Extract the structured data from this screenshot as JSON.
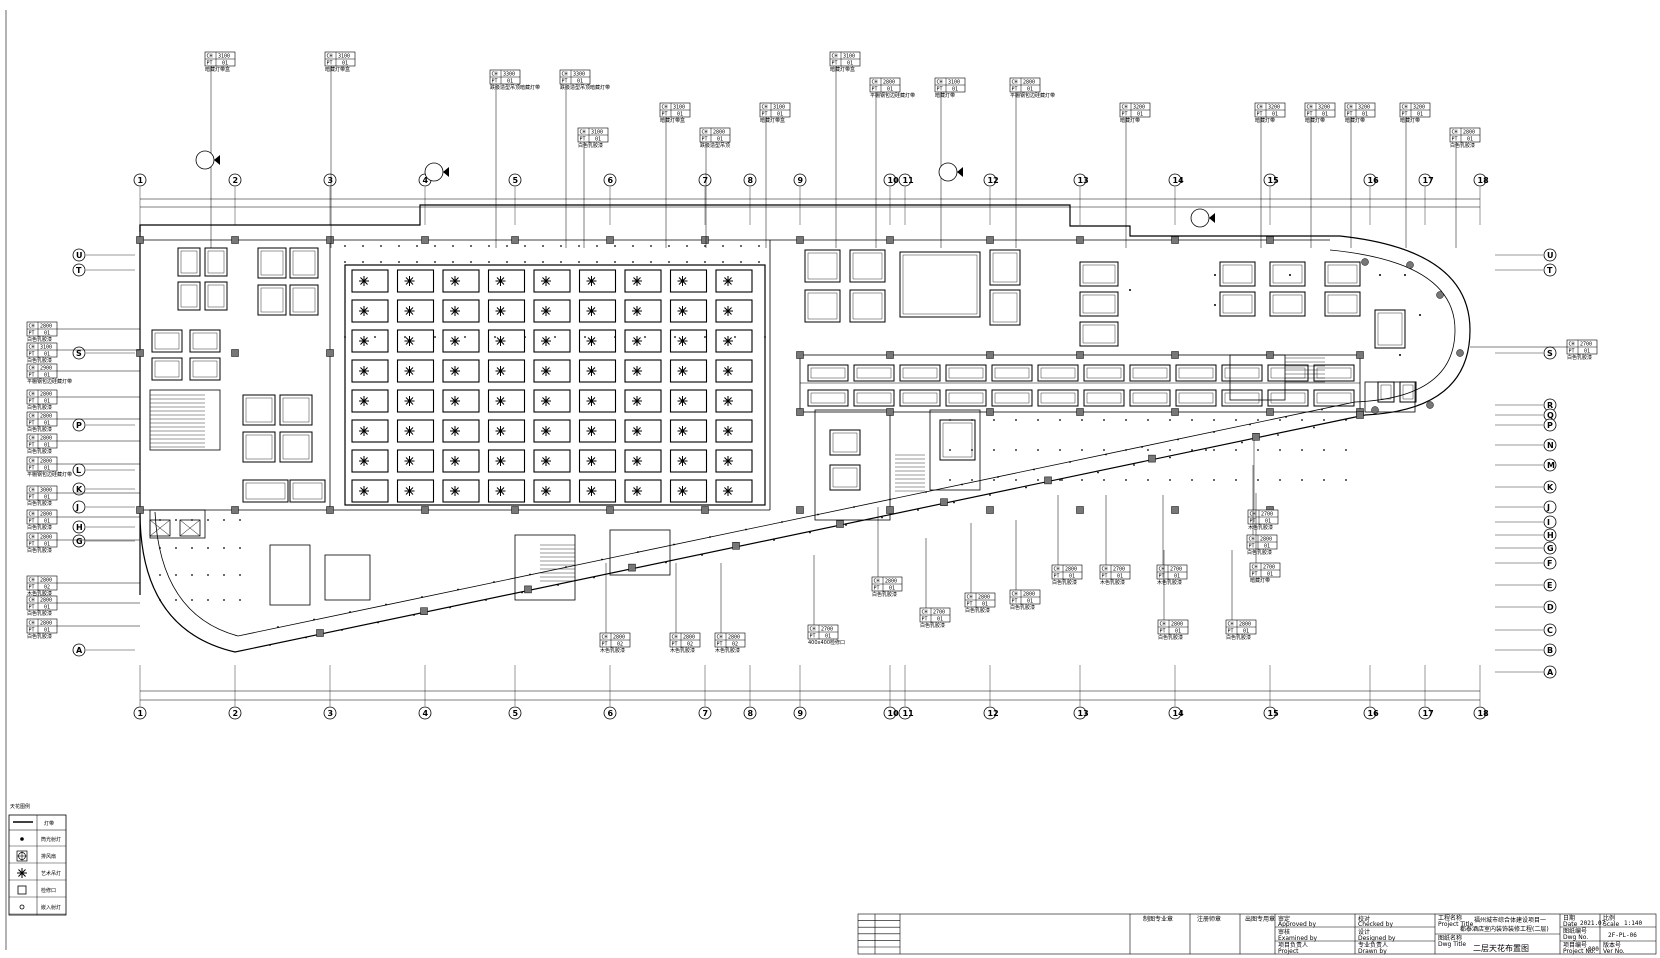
{
  "axes": {
    "columns": [
      "1",
      "2",
      "3",
      "4",
      "5",
      "6",
      "7",
      "8",
      "9",
      "10",
      "11",
      "12",
      "13",
      "14",
      "15",
      "16",
      "17",
      "18"
    ],
    "rows_right": [
      "U",
      "T",
      "S",
      "R",
      "Q",
      "P",
      "N",
      "M",
      "K",
      "J",
      "I",
      "H",
      "G",
      "F",
      "E",
      "D",
      "C",
      "B",
      "A"
    ],
    "rows_left": [
      "U",
      "T",
      "S",
      "P",
      "L",
      "K",
      "J",
      "H",
      "G",
      "A"
    ]
  },
  "tags": {
    "left": [
      {
        "ch": "2800",
        "pt": "01",
        "note": "白色乳胶漆"
      },
      {
        "ch": "3100",
        "pt": "01",
        "note": "白色乳胶漆"
      },
      {
        "ch": "2900",
        "pt": "01",
        "note": "平棚钢包边硅藏灯带"
      },
      {
        "ch": "2800",
        "pt": "01",
        "note": "白色乳胶漆"
      },
      {
        "ch": "2800",
        "pt": "01",
        "note": "白色乳胶漆"
      },
      {
        "ch": "2800",
        "pt": "01",
        "note": "白色乳胶漆"
      },
      {
        "ch": "2800",
        "pt": "01",
        "note": "平棚钢包边硅藏灯带"
      },
      {
        "ch": "3000",
        "pt": "01",
        "note": "白色乳胶漆"
      },
      {
        "ch": "2800",
        "pt": "01",
        "note": "白色乳胶漆"
      },
      {
        "ch": "2800",
        "pt": "01",
        "note": "白色乳胶漆"
      },
      {
        "ch": "2800",
        "pt": "02",
        "note": "木色乳胶漆"
      },
      {
        "ch": "2800",
        "pt": "01",
        "note": "白色乳胶漆"
      },
      {
        "ch": "2800",
        "pt": "01",
        "note": "白色乳胶漆"
      }
    ],
    "top": [
      {
        "ch": "3100",
        "pt": "01",
        "note": "暗藏灯带盒"
      },
      {
        "ch": "3100",
        "pt": "01",
        "note": "暗藏灯带盒"
      },
      {
        "ch": "3300",
        "pt": "01",
        "note": "跌级造型吊顶暗藏灯带"
      },
      {
        "ch": "3300",
        "pt": "01",
        "note": "跌级造型吊顶暗藏灯带"
      },
      {
        "ch": "3100",
        "pt": "01",
        "note": "白色乳胶漆"
      },
      {
        "ch": "3100",
        "pt": "01",
        "note": "暗藏灯带盒"
      },
      {
        "ch": "2800",
        "pt": "01",
        "note": "跌级造型吊顶"
      },
      {
        "ch": "3100",
        "pt": "01",
        "note": "暗藏灯带盒"
      },
      {
        "ch": "3100",
        "pt": "01",
        "note": "暗藏灯带盒"
      },
      {
        "ch": "2800",
        "pt": "01",
        "note": "平棚钢包边硅藏灯带"
      },
      {
        "ch": "3100",
        "pt": "01",
        "note": "暗藏灯带"
      },
      {
        "ch": "2800",
        "pt": "01",
        "note": "平棚钢包边硅藏灯带"
      },
      {
        "ch": "3200",
        "pt": "01",
        "note": "暗藏灯带"
      },
      {
        "ch": "3200",
        "pt": "01",
        "note": "暗藏灯带"
      },
      {
        "ch": "3200",
        "pt": "01",
        "note": "暗藏灯带"
      },
      {
        "ch": "3200",
        "pt": "01",
        "note": "暗藏灯带"
      },
      {
        "ch": "3200",
        "pt": "01",
        "note": "暗藏灯带"
      },
      {
        "ch": "2800",
        "pt": "01",
        "note": "白色乳胶漆"
      }
    ],
    "right": [
      {
        "ch": "2700",
        "pt": "01",
        "note": "白色乳胶漆"
      }
    ],
    "bottom": [
      {
        "ch": "2800",
        "pt": "02",
        "note": "木色乳胶漆"
      },
      {
        "ch": "2800",
        "pt": "02",
        "note": "木色乳胶漆"
      },
      {
        "ch": "2800",
        "pt": "02",
        "note": "木色乳胶漆"
      },
      {
        "ch": "2700",
        "pt": "01",
        "note": "400x400检修口"
      },
      {
        "ch": "2800",
        "pt": "01",
        "note": "白色乳胶漆"
      },
      {
        "ch": "2700",
        "pt": "01",
        "note": "白色乳胶漆"
      },
      {
        "ch": "2800",
        "pt": "01",
        "note": "白色乳胶漆"
      },
      {
        "ch": "2800",
        "pt": "01",
        "note": "白色乳胶漆"
      },
      {
        "ch": "2800",
        "pt": "01",
        "note": "白色乳胶漆"
      },
      {
        "ch": "2700",
        "pt": "01",
        "note": "木色乳胶漆"
      },
      {
        "ch": "2700",
        "pt": "01",
        "note": "木色乳胶漆"
      },
      {
        "ch": "2700",
        "pt": "01",
        "note": "木色乳胶漆"
      },
      {
        "ch": "2800",
        "pt": "01",
        "note": "白色乳胶漆"
      },
      {
        "ch": "2700",
        "pt": "01",
        "note": "暗藏灯带"
      },
      {
        "ch": "2800",
        "pt": "01",
        "note": "白色乳胶漆"
      },
      {
        "ch": "2800",
        "pt": "01",
        "note": "白色乳胶漆"
      }
    ]
  },
  "legend": {
    "title": "天花图例",
    "header_right": "灯带",
    "rows": [
      {
        "icon": "dot-icon",
        "label": "筒光射灯"
      },
      {
        "icon": "grille-icon",
        "label": "排风扇"
      },
      {
        "icon": "art-lamp-icon",
        "label": "艺术吊灯"
      },
      {
        "icon": "square-icon",
        "label": "检修口"
      },
      {
        "icon": "ring-icon",
        "label": "嵌入射灯"
      }
    ]
  },
  "title_block": {
    "project_label_cn": "工程名称",
    "project_label_en": "Project Title",
    "project_name_1": "福州城市综合体建设项目一",
    "project_name_2": "都泰酒店室内装饰装修工程(二层)",
    "drawing_label_cn": "图纸名称",
    "drawing_label_en": "Dwg Title",
    "drawing_name": "二层天花布置图",
    "date_label": "日期",
    "date_label_en": "Date",
    "date": "2021.07",
    "scale_label": "比例",
    "scale_label_en": "Scale",
    "scale": "1:140",
    "dwg_no_label": "图纸编号",
    "dwg_no_label_en": "Dwg No.",
    "dwg_no": "2F-PL-06",
    "project_no_label": "项目编号",
    "project_no_label_en": "Project No.",
    "project_no": "000",
    "ver_label": "版本号",
    "ver_label_en": "Ver No.",
    "approved_cn": "审定",
    "approved_en": "Approved by",
    "examined_cn": "审核",
    "examined_en": "Examined by",
    "pm_cn": "项目负责人",
    "pm_en": "Project",
    "checked_cn": "校对",
    "checked_en": "Checked by",
    "designed_cn": "设计",
    "designed_en": "Designed by",
    "drawn_cn": "专业负责人",
    "drawn_en": "Drawn by",
    "stamp_1": "制图专业章",
    "stamp_2": "注册师章",
    "stamp_3": "出图专用章"
  }
}
